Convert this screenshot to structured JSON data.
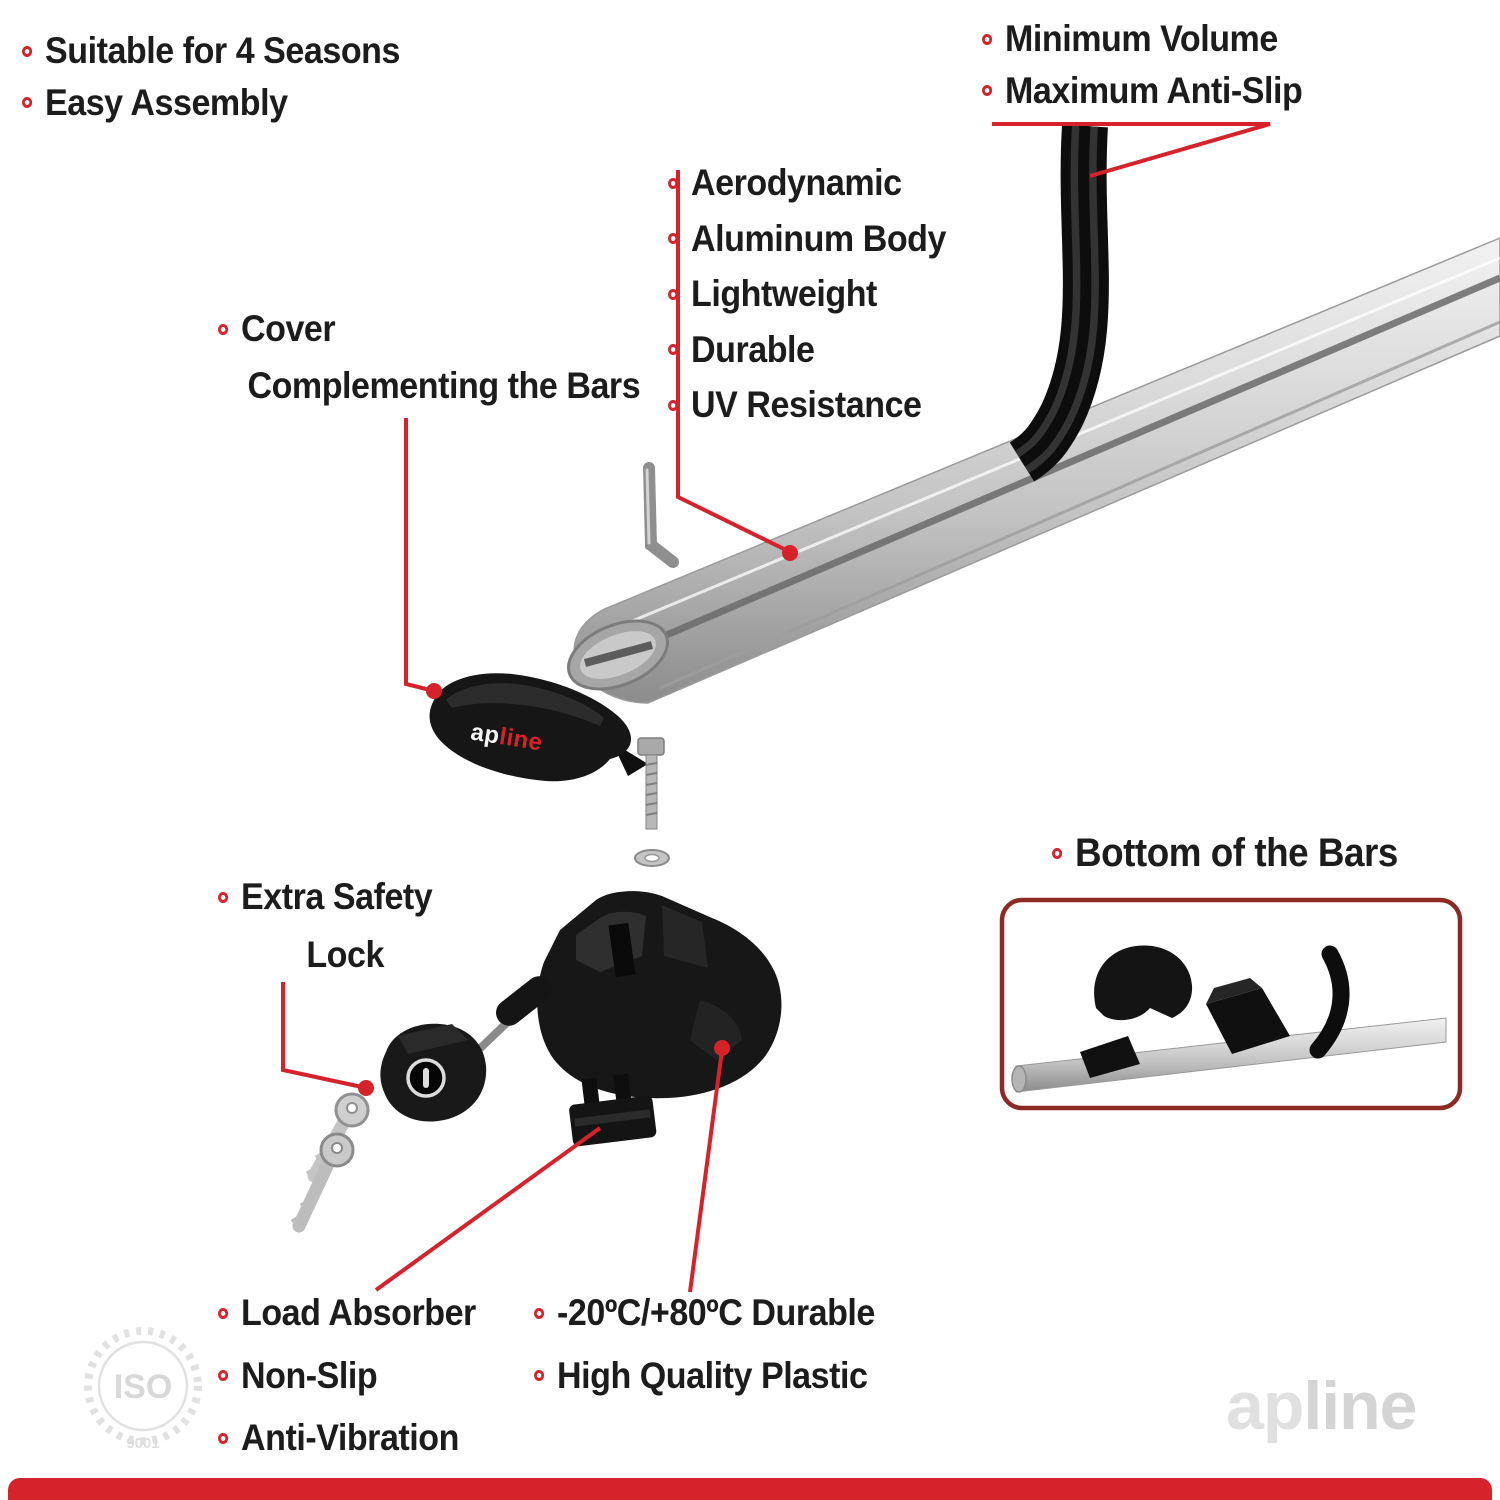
{
  "annotations": {
    "top_left": {
      "items": [
        "Suitable for 4 Seasons",
        "Easy Assembly"
      ]
    },
    "top_right": {
      "items": [
        "Minimum Volume",
        "Maximum Anti-Slip"
      ]
    },
    "bar_features": {
      "items": [
        "Aerodynamic",
        "Aluminum Body",
        "Lightweight",
        "Durable",
        "UV Resistance"
      ]
    },
    "cover_label": {
      "line1": "Cover",
      "line2": "Complementing the Bars"
    },
    "safety_lock_label": {
      "line1": "Extra Safety",
      "line2": "Lock"
    },
    "bottom_of_bars_label": "Bottom of the Bars",
    "foot_features": {
      "items": [
        "Load Absorber",
        "Non-Slip",
        "Anti-Vibration"
      ]
    },
    "material_features": {
      "items": [
        "-20ºC/+80ºC Durable",
        "High Quality Plastic"
      ]
    }
  },
  "branding": {
    "cover_logo": {
      "part1": "ap",
      "part2": "line"
    },
    "watermark_logo": {
      "part1": "ap",
      "part2": "line"
    },
    "iso_stamp": {
      "text": "ISO",
      "subtext": "9001"
    }
  },
  "colors": {
    "accent_red": "#d6222b",
    "inset_border": "#8d2a24",
    "text_dark": "#1c1c1c",
    "watermark_gray": "#dcdcdc"
  }
}
